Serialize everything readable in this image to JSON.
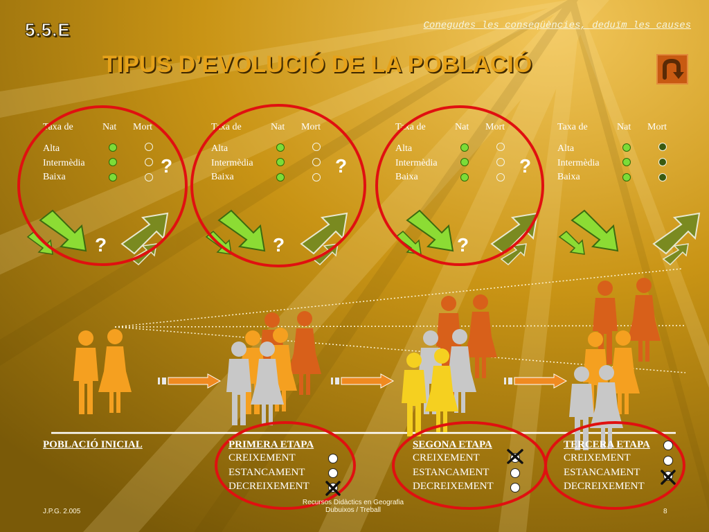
{
  "slide_code": "5.5.E",
  "subtitle": "Conegudes les conseqüències, deduïm les causes",
  "title": "TIPUS D’EVOLUCIÓ DE LA POBLACIÓ",
  "back_icon": "u-turn-back-icon",
  "rates_header": {
    "taxa": "Taxa de",
    "nat": "Nat",
    "mort": "Mort"
  },
  "rate_levels": [
    "Alta",
    "Intermèdia",
    "Baixa"
  ],
  "question_mark": "?",
  "stages": [
    {
      "label": "POBLACIÓ INICIAL",
      "options": []
    },
    {
      "label": "PRIMERA ETAPA",
      "options": [
        "CREIXEMENT",
        "ESTANCAMENT",
        "DECREIXEMENT"
      ],
      "checked": "DECREIXEMENT"
    },
    {
      "label": "SEGONA ETAPA",
      "options": [
        "CREIXEMENT",
        "ESTANCAMENT",
        "DECREIXEMENT"
      ],
      "checked": "CREIXEMENT"
    },
    {
      "label": "TERCERA ETAPA",
      "options": [
        "CREIXEMENT",
        "ESTANCAMENT",
        "DECREIXEMENT"
      ],
      "checked": "DECREIXEMENT"
    }
  ],
  "footer": {
    "left": "J.P.G. 2.005",
    "center_line1": "Recursos Didàctics en Geografia",
    "center_line2": "Dubuixos / Treball",
    "page": "8"
  },
  "colors": {
    "accent": "#e6a21a",
    "ring": "#e01010",
    "green_dot": "#7cdc38",
    "back_button": "#c85a12"
  }
}
